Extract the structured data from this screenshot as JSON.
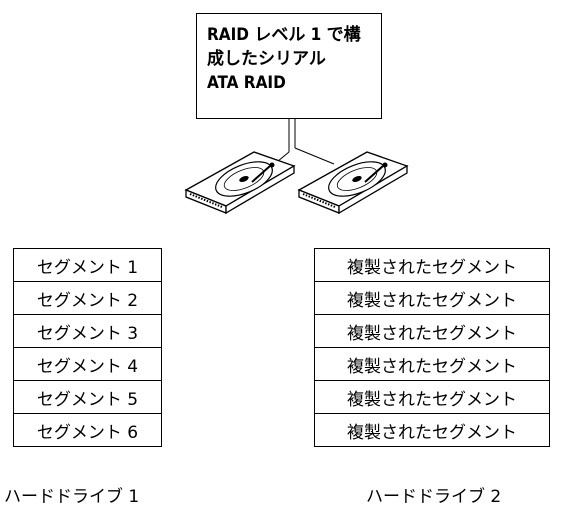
{
  "controller": {
    "text": "RAID レベル 1 で構\n成したシリアル\nATA RAID"
  },
  "drive1": {
    "segments": [
      "セグメント 1",
      "セグメント 2",
      "セグメント 3",
      "セグメント 4",
      "セグメント 5",
      "セグメント 6"
    ],
    "label": "ハードドライブ 1"
  },
  "drive2": {
    "segments": [
      "複製されたセグメント",
      "複製されたセグメント",
      "複製されたセグメント",
      "複製されたセグメント",
      "複製されたセグメント",
      "複製されたセグメント"
    ],
    "label": "ハードドライブ 2"
  },
  "icons": [
    "hard-drive-icon",
    "hard-drive-icon"
  ]
}
